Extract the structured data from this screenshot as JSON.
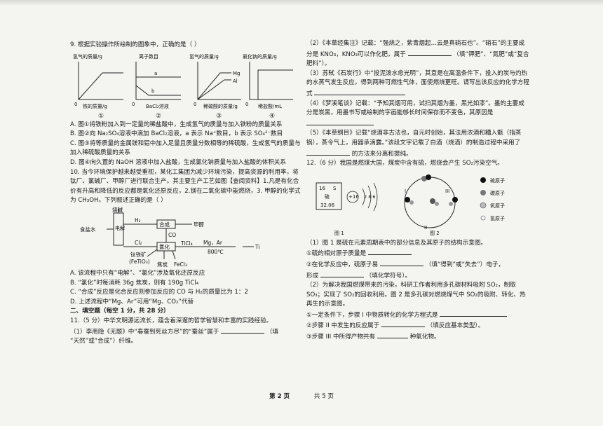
{
  "header_strip": "",
  "q9": {
    "title": "9. 根据实验操作所绘制的图象中，正确的是（      ）",
    "graph1": {
      "ylabel": "氢气的质量/g",
      "xlabel": "铁的质量/g",
      "num": "①"
    },
    "graph2": {
      "ylabel": "离子数目",
      "xlabel": "BaCl₂溶液",
      "a": "a",
      "b": "b",
      "num": "②"
    },
    "graph3": {
      "ylabel": "氢气的质量/g",
      "xlabel": "稀硫酸的质量/g",
      "mg": "Mg",
      "al": "Al",
      "num": "③"
    },
    "graph4": {
      "ylabel": "氯化钠的质量/g",
      "xlabel": "稀盐酸/mL",
      "num": "④"
    },
    "origin": "0",
    "options": [
      "A. 图①将铁粉加入到一定量的稀盐酸中，生成氢气的质量与加入铁粉的质量关系",
      "B. 图②向 Na₂SO₄溶液中滴加 BaCl₂溶液，a 表示 Na⁺数目，b 表示 SO₄²⁻数目",
      "C. 图③将等质量的金属镁和铝中加入足量且质量分数相等的稀硫酸，生成氢气的质量与加入稀硫酸质量的关系",
      "D. 图④向久置的 NaOH 溶液中加入盐酸，生成氯化钠质量与加入盐酸的体积关系"
    ]
  },
  "q10": {
    "text": "10. 当今环境保护越来越受重视，某化工集团为减少环境污染，提高资源的利用率，将钛厂、氯碱厂、甲醇厂进行联合生产。其主要生产工艺如图【查阅资料】1.凡是有化合价有升高和降低的反应都是氧化还原反应，2.镁在二氧化碳中能燃烧，3. 甲醇的化学式为 CH₃OH。下列叙述正确的是（      ）",
    "flow": {
      "saltwater": "食盐水",
      "electrolysis": "电解",
      "burn": "烧碱",
      "h2": "H₂",
      "cl2": "Cl₂",
      "synth": "合成",
      "methanol": "甲醇",
      "co": "CO",
      "chlor": "氯化",
      "ticl4": "TiCl₄",
      "mgar": "Mg，Ar",
      "temp": "800℃",
      "ti": "Ti",
      "ore": "钛铁矿",
      "ore2": "(FeTiO₃)",
      "coke": "焦炭",
      "fecl3": "FeCl₃"
    },
    "options": [
      "A. 该流程中只有“电解”、“氯化”涉及氧化还原反应",
      "B. “氯化”时每消耗 36g 焦炭，则有 190g TiCl₄",
      "C. “合成”反应是化合反应则参加反应的 CO 与 H₂的质量比为 1：2",
      "D. 上述流程中“Mg、Ar”可用“Mg、CO₂”代替"
    ]
  },
  "section2": "二、填空题（每空 1 分，共 28 分）",
  "q11": {
    "intro": "11.（5 分）中华文明源远流长，蕴含着深邃的哲学智慧和丰富的实践经验。",
    "p1a": "（1）李商隐《无题》中“春蚕到死丝方尽”的“蚕丝”属于",
    "p1b": "（填",
    "p1c": "“天然”或“合成”）纤维。",
    "p2a": "（2）《本草经集注》记载：“强烧之，紫青烟起…云是真硝石也”。“硝石”的主要成分是 KNO₃，KNO₃可以作化肥，属于",
    "p2b": "（填“钾肥”、“氮肥”或“复合肥料”）。",
    "p3a": "（3）苏轼《石炭行》中“投泥泼水愈光明”，其意是在高温条件下，投入的炭与灼热的水蒸气发生反应，得到两种可燃性气体，面使燃烧更旺。请写出该反应的化学方程式",
    "p4a": "（4）《梦溪笔谈》记载：“予知其烟可用，试扫其烟为墨，黑光如漆”。墨的主要成分是炭黑，用墨书写或绘制的字画能够长时间保存而不变色，其原因是",
    "p5a": "（5）《本草纲目》记载“烧酒非古法也，自元时创始，其法用浓酒和糟入甑（指蒸锅），蒸令气上，用器承滴露。”该段文字记载了白酒（烧酒）的制造过程中采用了",
    "p5b": "的方法来分离和提纯。"
  },
  "q12": {
    "intro": "12.（6 分）我国是燃煤大国，煤炭中含有硫，燃烧会产生 SO₂污染空气。",
    "elem": {
      "num": "16",
      "sym": "S",
      "name": "硫",
      "mass": "32.06"
    },
    "atom": {
      "nucleus": "+16",
      "shells": "2 8 6"
    },
    "cycle": {
      "i": "I",
      "ii": "II",
      "iii": "III"
    },
    "legend": [
      "硫原子",
      "碳原子",
      "氧原子",
      "氢原子"
    ],
    "fig1": "图 1",
    "fig2": "图 2",
    "p1": "（1）图 1 是硫在元素周期表中的部分信息及其原子的结构示意图。",
    "p1a": "①硫的相对原子质量是",
    "p1b": "②在化学反应中，硫原子易",
    "p1b2": "（填“得到”或“失去”）电子，",
    "p1c": "形成",
    "p1c2": "（填化学符号）。",
    "p2": "（2）为解决我国燃煤带来的污染，科研工作者利用多孔碳材料吸附 SO₂，制取 SO₃；实现了 SO₂的回收利用。图 2 是多孔碳对燃烧煤气中 SO₂的吸附、转化、热再生的示意图。",
    "p2a": "①一定条件下，步骤 I 中物质转化的化学方程式是",
    "p2b": "②步骤 II 中发生的反应属于",
    "p2b2": "（填反应基本类型）。",
    "p2c": "③步骤 III 中所得产物共有",
    "p2c2": "种氧化物。"
  },
  "footer": {
    "page": "第 2 页",
    "total": "共 5 页"
  }
}
